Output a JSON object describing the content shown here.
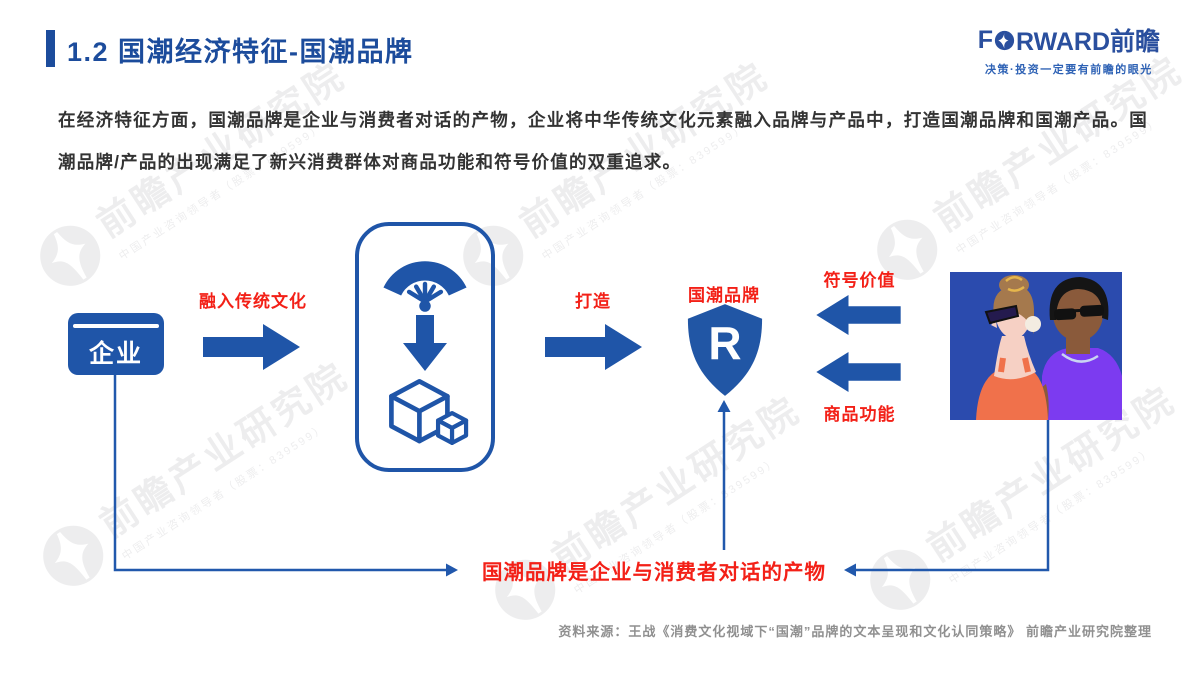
{
  "colors": {
    "primary_blue": "#1f55a8",
    "title_blue": "#1c4c9c",
    "accent_red": "#f32017",
    "body_text": "#333333",
    "source_gray": "#909090",
    "illustration_bg": "#2b4bae"
  },
  "header": {
    "title": "1.2 国潮经济特征-国潮品牌",
    "logo_f": "F",
    "logo_rest": "RWARD前瞻",
    "tagline": "决策·投资一定要有前瞻的眼光"
  },
  "intro": "在经济特征方面，国潮品牌是企业与消费者对话的产物，企业将中华传统文化元素融入品牌与产品中，打造国潮品牌和国潮产品。国潮品牌/产品的出现满足了新兴消费群体对商品功能和符号价值的双重追求。",
  "diagram": {
    "enterprise": "企业",
    "integrate_label": "融入传统文化",
    "build_label": "打造",
    "brand_label": "国潮品牌",
    "shield_letter": "R",
    "symbol_value_label": "符号价值",
    "product_function_label": "商品功能",
    "conclusion": "国潮品牌是企业与消费者对话的产物",
    "icons": {
      "fan": "folding-fan-icon",
      "product": "cube-box-icon",
      "down": "down-block-arrow-icon",
      "shield": "registered-brand-shield-icon",
      "consumers": "consumers-illustration"
    }
  },
  "watermark": {
    "brand": "前瞻产业研究院",
    "sub": "中国产业咨询领导者（股票：839599）"
  },
  "footer": {
    "source": "资料来源：王战《消费文化视域下“国潮”品牌的文本呈现和文化认同策略》 前瞻产业研究院整理"
  }
}
